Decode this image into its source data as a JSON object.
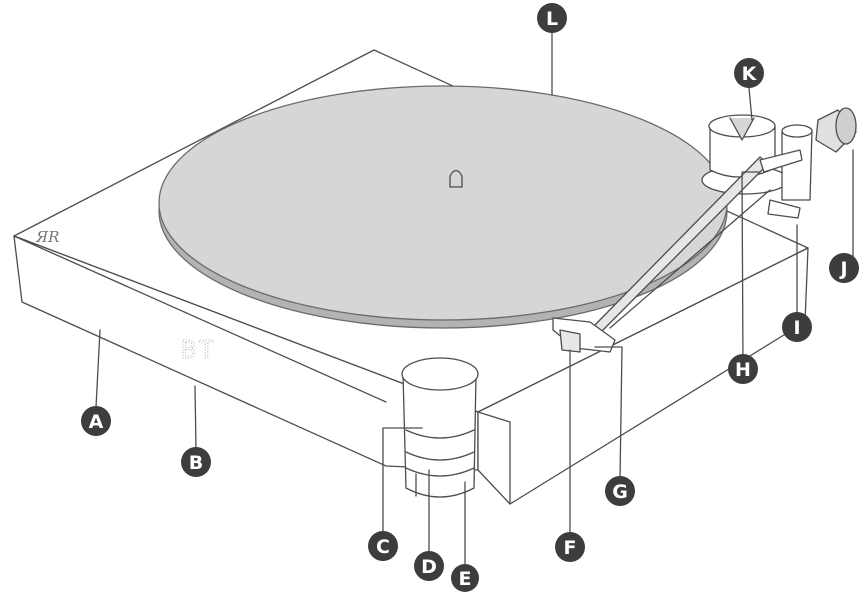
{
  "logo": "ЯR",
  "display_text": "BT",
  "callouts": [
    {
      "id": "A",
      "letter": "A"
    },
    {
      "id": "B",
      "letter": "B"
    },
    {
      "id": "C",
      "letter": "C"
    },
    {
      "id": "D",
      "letter": "D"
    },
    {
      "id": "E",
      "letter": "E"
    },
    {
      "id": "F",
      "letter": "F"
    },
    {
      "id": "G",
      "letter": "G"
    },
    {
      "id": "H",
      "letter": "H"
    },
    {
      "id": "I",
      "letter": "I"
    },
    {
      "id": "J",
      "letter": "J"
    },
    {
      "id": "K",
      "letter": "K"
    },
    {
      "id": "L",
      "letter": "L"
    }
  ],
  "colors": {
    "outline": "#4d4d4d",
    "callout_fill": "#3d3d3d",
    "platter_fill": "#d6d6d6",
    "platter_edge": "#b3b3b3",
    "body_fill": "#ffffff"
  }
}
